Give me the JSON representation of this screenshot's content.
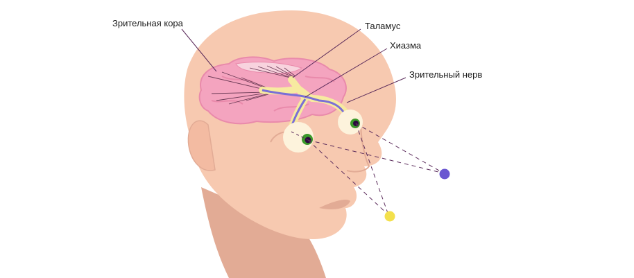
{
  "labels": {
    "visual_cortex": "Зрительная кора",
    "thalamus": "Таламус",
    "chiasm": "Хиазма",
    "optic_nerve": "Зрительный нерв"
  },
  "colors": {
    "skin": "#f7c9b0",
    "skin_shadow": "#e2ab95",
    "brain": "#f4a4bf",
    "brain_dark": "#e98aab",
    "nerve_yellow": "#f7eaa0",
    "nerve_purple": "#7a6fd6",
    "eye_white": "#fdf3dc",
    "iris": "#3c9a2a",
    "pupil": "#2b0a3d",
    "target_purple": "#6a57d1",
    "target_yellow": "#f3e04c"
  }
}
